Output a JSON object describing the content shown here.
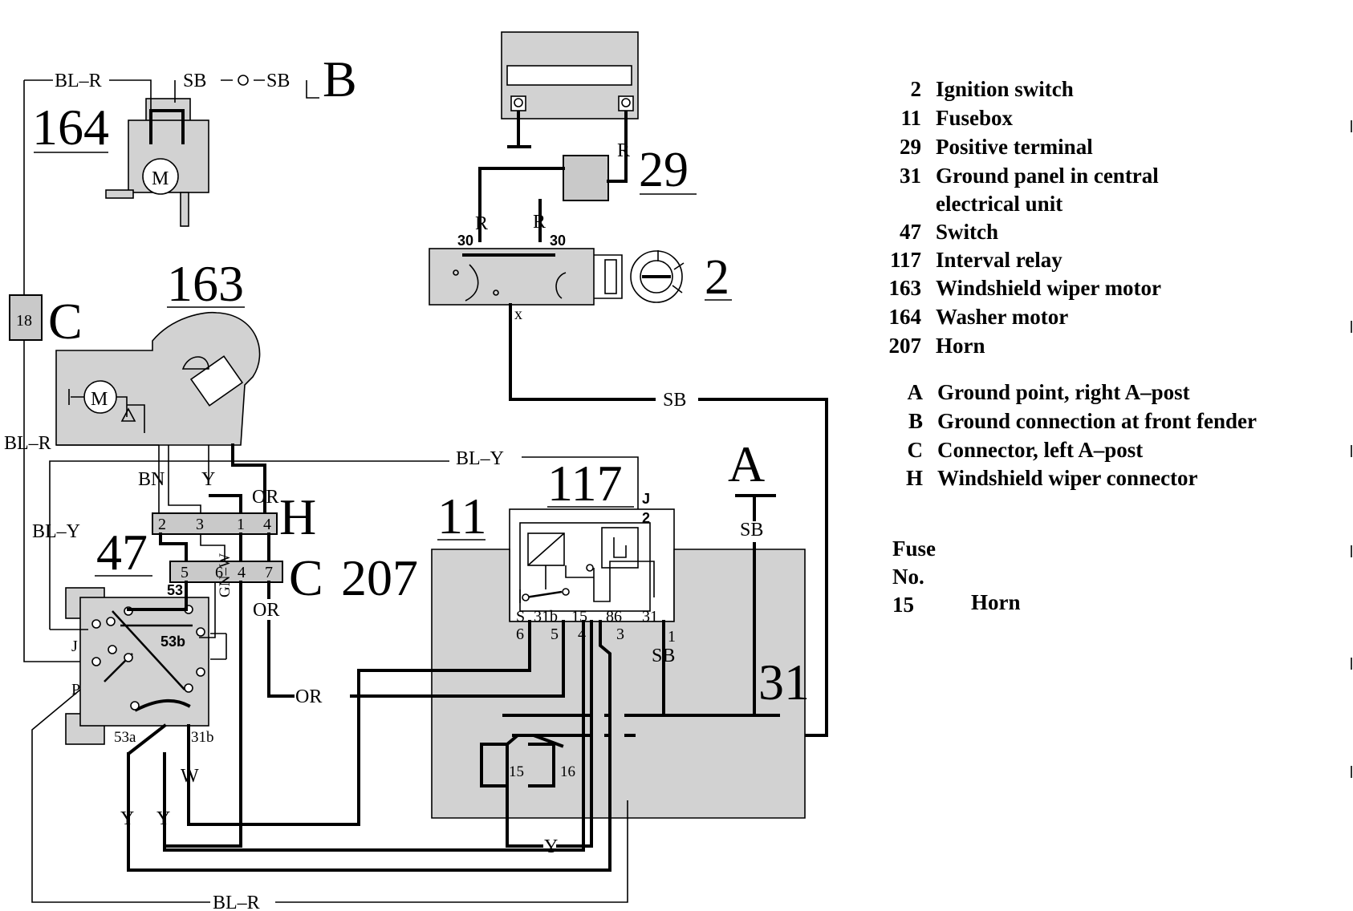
{
  "components": {
    "washer_motor": "164",
    "wiper_motor": "163",
    "switch": "47",
    "interval_relay": "117",
    "fusebox": "11",
    "positive_terminal": "29",
    "ignition_switch": "2",
    "horn": "207",
    "connector_c18_num": "18",
    "ground_a": "A",
    "ground_b": "B",
    "connector_c": "C",
    "connector_h": "H",
    "ground_panel": "31"
  },
  "motor_symbol": "M",
  "wire_colors": {
    "bl_r": "BL–R",
    "bl_y": "BL–Y",
    "sb": "SB",
    "r": "R",
    "bn": "BN",
    "y": "Y",
    "or": "OR",
    "w": "W",
    "gn_w": "GN–W"
  },
  "terminals": {
    "t30": "30",
    "x": "x",
    "t53": "53",
    "t53b": "53b",
    "t53a": "53a",
    "t31b": "31b",
    "j": "J",
    "p": "P",
    "h_pins": [
      "2",
      "3",
      "1",
      "4"
    ],
    "c_pins": [
      "5",
      "6",
      "4",
      "7"
    ],
    "relay_pins": [
      "S",
      "31b",
      "15",
      "86",
      "31"
    ],
    "relay_wire_nums": [
      "6",
      "5",
      "4",
      "3",
      "1"
    ],
    "relay_j": "J",
    "relay_j_pin": "2",
    "fuse15": "15",
    "fuse16": "16"
  },
  "legend": {
    "components": [
      {
        "num": "2",
        "name": "Ignition switch"
      },
      {
        "num": "11",
        "name": "Fusebox"
      },
      {
        "num": "29",
        "name": "Positive terminal"
      },
      {
        "num": "31",
        "name": "Ground panel in central"
      },
      {
        "num": "",
        "name": "electrical unit"
      },
      {
        "num": "47",
        "name": "Switch"
      },
      {
        "num": "117",
        "name": "Interval relay"
      },
      {
        "num": "163",
        "name": "Windshield wiper motor"
      },
      {
        "num": "164",
        "name": "Washer motor"
      },
      {
        "num": "207",
        "name": "Horn"
      }
    ],
    "points": [
      {
        "id": "A",
        "name": "Ground point, right A–post"
      },
      {
        "id": "B",
        "name": "Ground connection at front fender"
      },
      {
        "id": "C",
        "name": "Connector, left A–post"
      },
      {
        "id": "H",
        "name": "Windshield wiper connector"
      }
    ],
    "fuse_title_1": "Fuse",
    "fuse_title_2": "No.",
    "fuse_num": "15",
    "fuse_name": "Horn"
  }
}
